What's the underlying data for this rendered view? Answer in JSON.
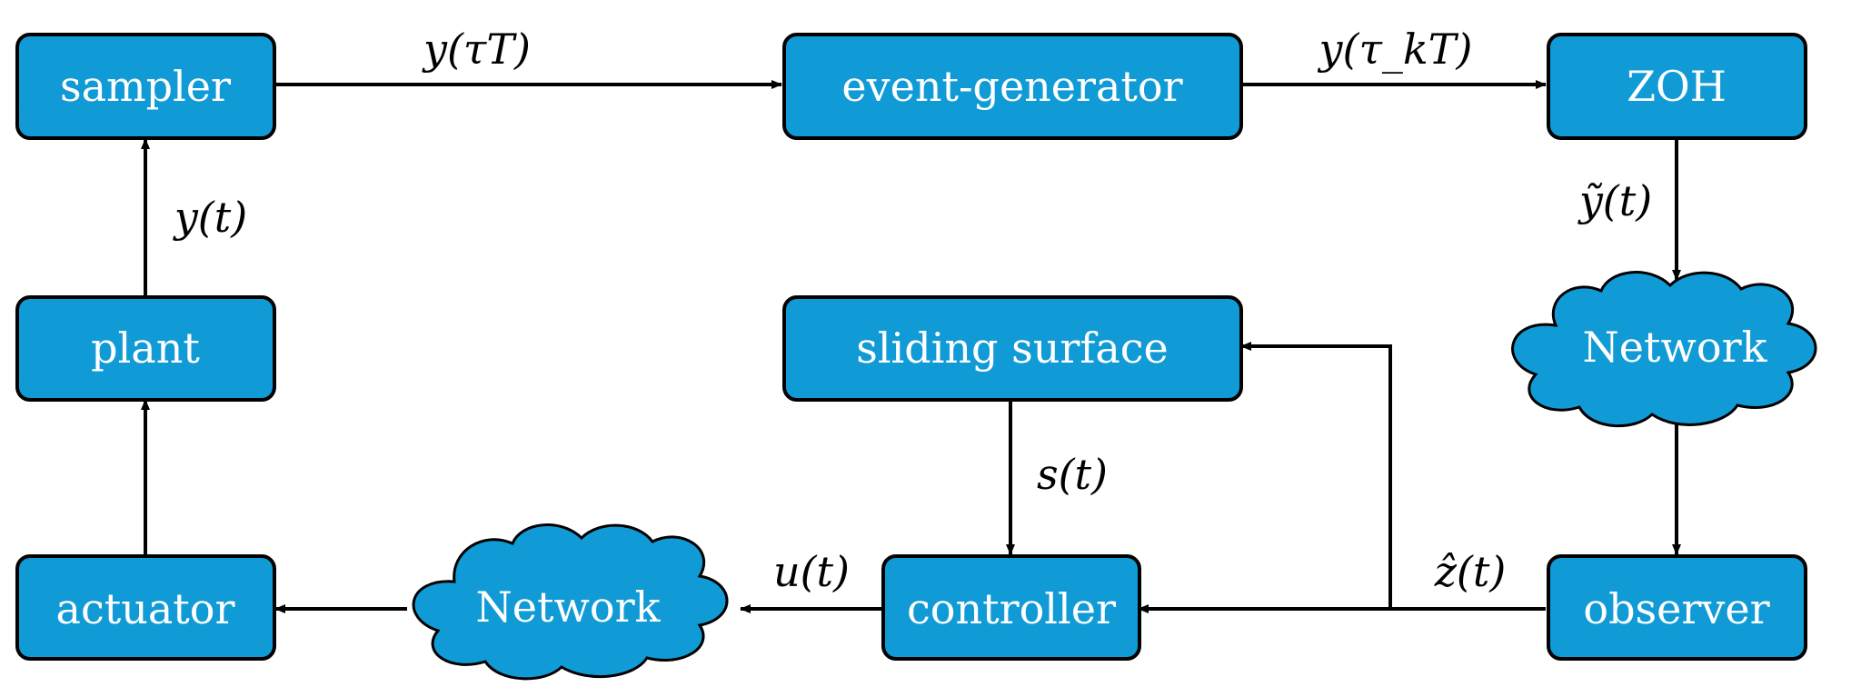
{
  "colors": {
    "block_fill": "#119bd6",
    "stroke": "#000000",
    "text": "#ffffff"
  },
  "blocks": {
    "sampler": "sampler",
    "event_generator": "event-generator",
    "zoh": "ZOH",
    "plant": "plant",
    "sliding_surface": "sliding surface",
    "actuator": "actuator",
    "controller": "controller",
    "observer": "observer"
  },
  "clouds": {
    "network_right": "Network",
    "network_bottom": "Network"
  },
  "signals": {
    "y_tau_T": "y(τT)",
    "y_tauk_T": "y(τ_kT)",
    "y_t": "y(t)",
    "y_tilde_t": "ỹ(t)",
    "s_t": "s(t)",
    "u_t": "u(t)",
    "z_hat_t": "ẑ(t)"
  }
}
